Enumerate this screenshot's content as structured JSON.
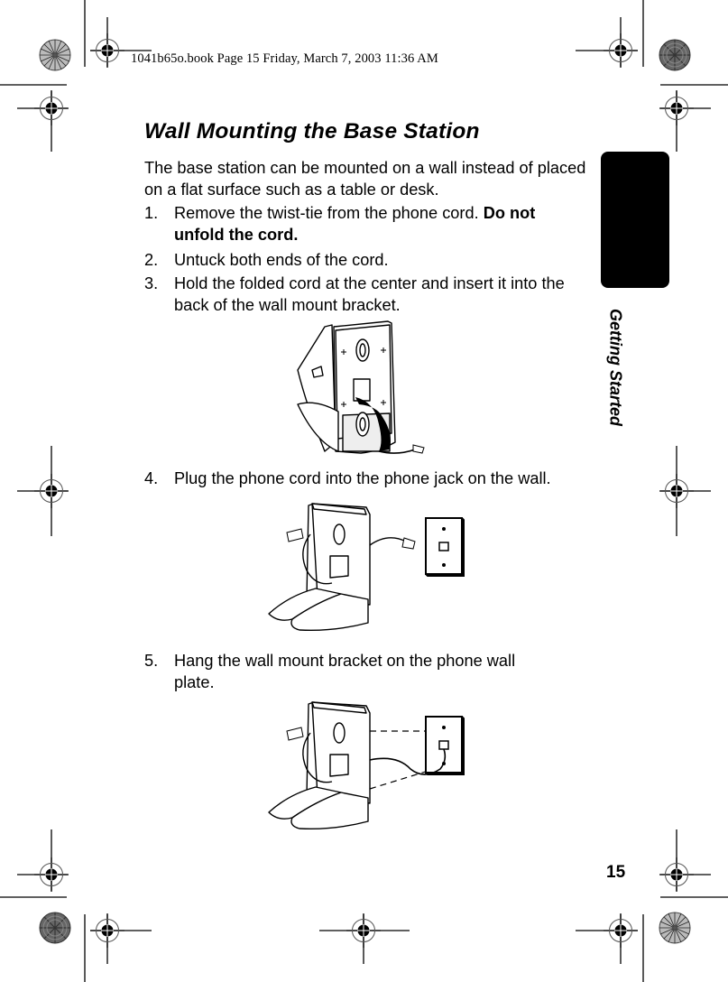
{
  "slug": "1041b65o.book  Page 15  Friday, March 7, 2003  11:36 AM",
  "title": "Wall Mounting the Base Station",
  "intro": "The base station can be mounted on a wall instead of placed on a flat surface such as a table or desk.",
  "steps": [
    {
      "num": "1.",
      "text": "Remove the twist-tie from the phone cord. ",
      "bold": "Do not unfold the cord."
    },
    {
      "num": "2.",
      "text": "Untuck both ends of the cord."
    },
    {
      "num": "3.",
      "text": "Hold the folded cord at the center and insert it into the back of the wall mount bracket."
    },
    {
      "num": "4.",
      "text": "Plug the phone cord into the phone jack on the wall."
    },
    {
      "num": "5.",
      "text": "Hang the wall mount bracket on the phone wall plate."
    }
  ],
  "section_tab": "Getting Started",
  "page_number": "15",
  "figures": [
    {
      "name": "bracket-with-folded-cord-illustration"
    },
    {
      "name": "bracket-cord-to-wall-jack-illustration"
    },
    {
      "name": "bracket-hung-on-wall-plate-illustration"
    }
  ],
  "colors": {
    "ink": "#000000",
    "paper": "#ffffff",
    "tab": "#000000"
  }
}
